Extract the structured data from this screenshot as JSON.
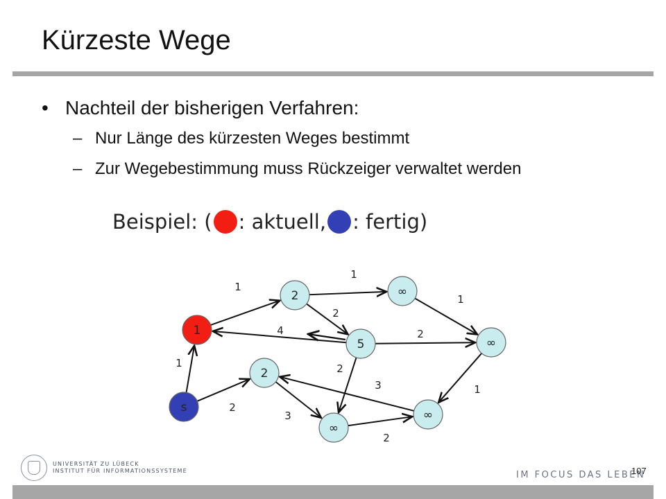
{
  "slide": {
    "title": "Kürzeste Wege",
    "bullet": "•",
    "bullet_text": "Nachteil der bisherigen Verfahren:",
    "dash": "–",
    "sub_items": [
      "Nur Länge des kürzesten Weges bestimmt",
      "Zur Wegebestimmung muss Rückzeiger verwaltet werden"
    ],
    "page_number": "107"
  },
  "legend": {
    "prefix": "Beispiel: (",
    "current_label": ": aktuell,",
    "done_label": ": fertig)",
    "current_color": "#f21e13",
    "done_color": "#3340b5"
  },
  "colors": {
    "unvisited_node": "#c9ecee",
    "title_rule": "#a6a6a6"
  },
  "graph": {
    "nodes": [
      {
        "id": "s",
        "label": "s",
        "state": "done"
      },
      {
        "id": "a",
        "label": "1",
        "state": "current"
      },
      {
        "id": "b",
        "label": "2",
        "state": "unvisited"
      },
      {
        "id": "c",
        "label": "∞",
        "state": "unvisited"
      },
      {
        "id": "d",
        "label": "5",
        "state": "unvisited"
      },
      {
        "id": "e",
        "label": "∞",
        "state": "unvisited"
      },
      {
        "id": "f",
        "label": "2",
        "state": "unvisited"
      },
      {
        "id": "g",
        "label": "∞",
        "state": "unvisited"
      },
      {
        "id": "h",
        "label": "∞",
        "state": "unvisited"
      }
    ],
    "edges": [
      {
        "from": "s",
        "to": "a",
        "weight": "1"
      },
      {
        "from": "s",
        "to": "f",
        "weight": "2"
      },
      {
        "from": "a",
        "to": "b",
        "weight": "1"
      },
      {
        "from": "b",
        "to": "c",
        "weight": "1"
      },
      {
        "from": "b",
        "to": "d",
        "weight": "2"
      },
      {
        "from": "d",
        "to": "a",
        "weight": "4"
      },
      {
        "from": "c",
        "to": "e",
        "weight": "1"
      },
      {
        "from": "d",
        "to": "e",
        "weight": "2"
      },
      {
        "from": "d",
        "to": "g",
        "weight": "2"
      },
      {
        "from": "e",
        "to": "h",
        "weight": "1"
      },
      {
        "from": "h",
        "to": "f",
        "weight": "3"
      },
      {
        "from": "f",
        "to": "g",
        "weight": "3"
      },
      {
        "from": "g",
        "to": "h",
        "weight": "2"
      }
    ],
    "back_pointers": [
      {
        "from": "d",
        "to": "a"
      }
    ]
  },
  "footer": {
    "university": "UNIVERSITÄT ZU LÜBECK",
    "institute": "INSTITUT FÜR INFORMATIONSSYSTEME",
    "slogan": "IM FOCUS DAS LEBEN"
  }
}
